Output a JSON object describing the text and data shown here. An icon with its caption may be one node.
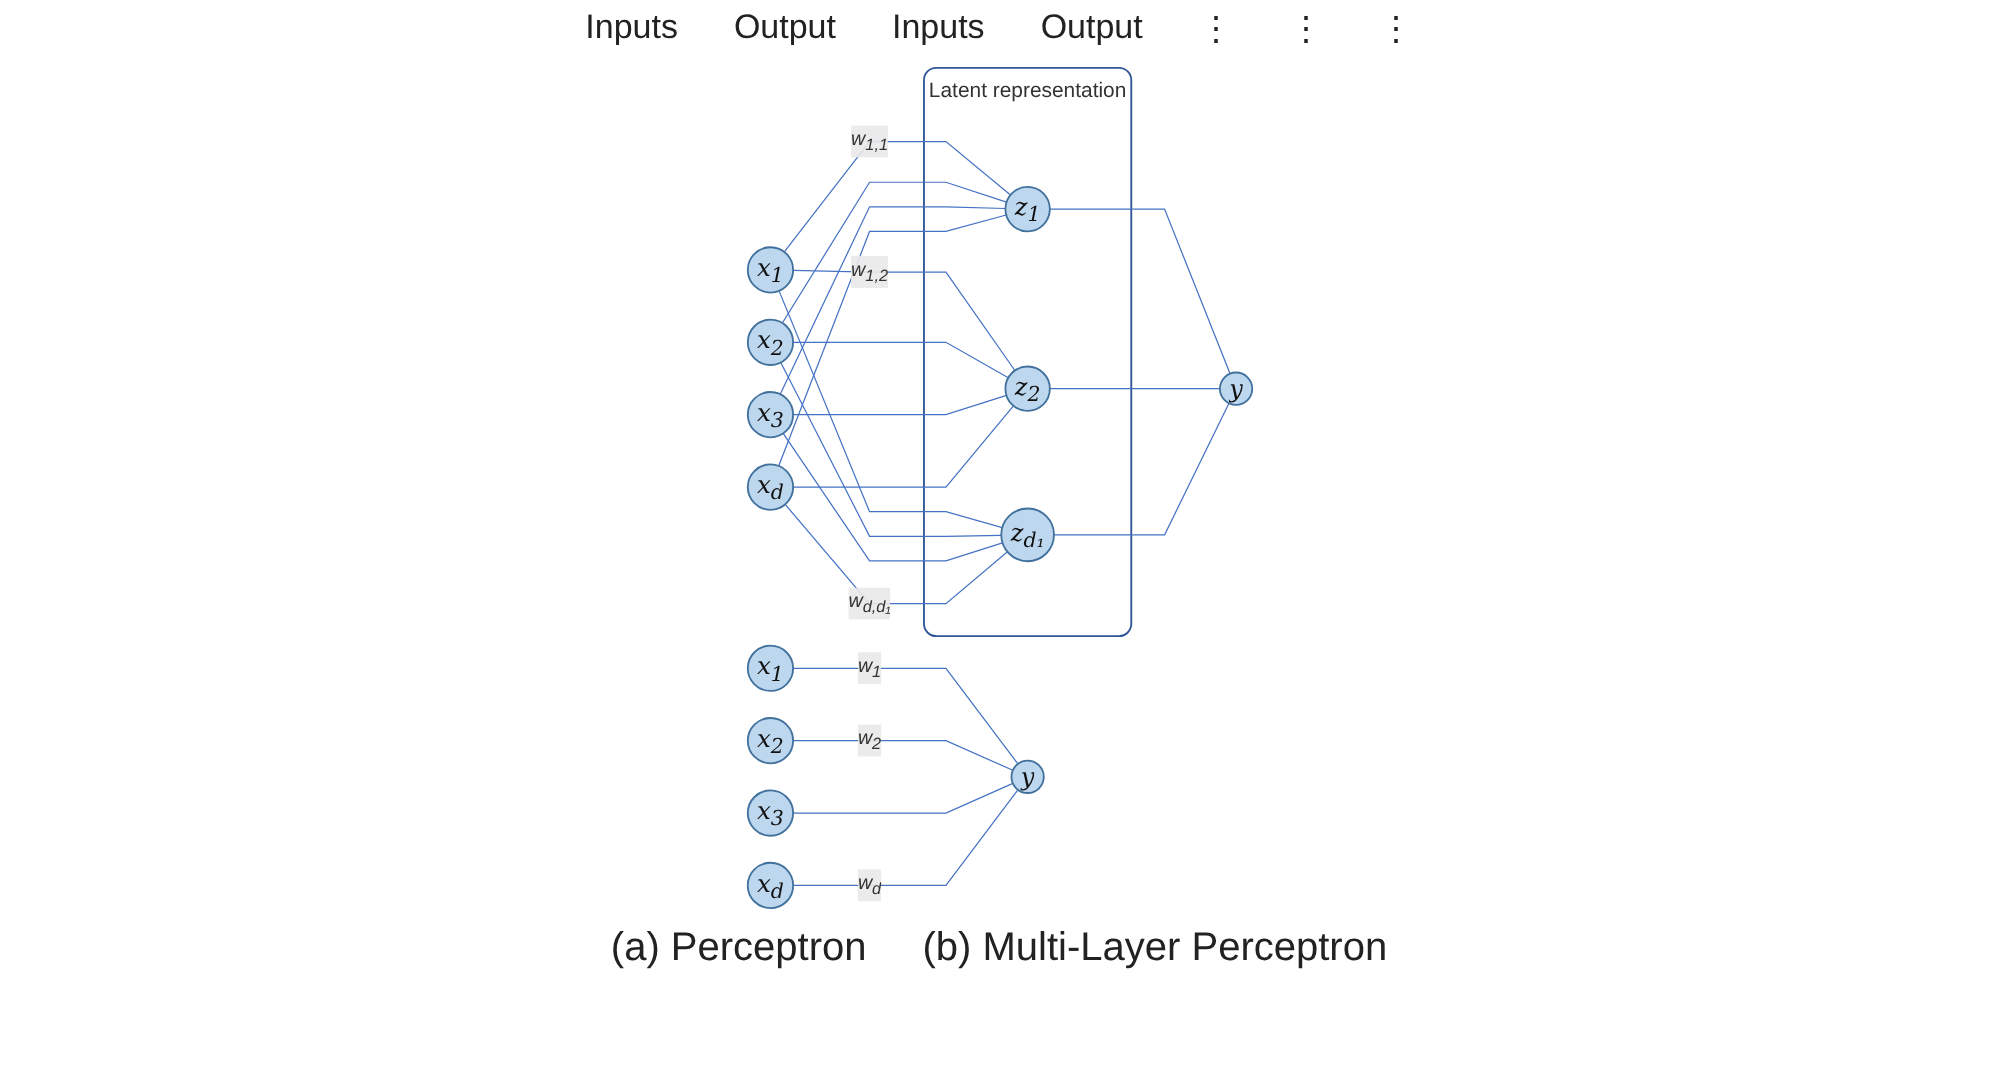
{
  "diagram": {
    "nodes": [
      {
        "text": [
          "x$_{1}$"
        ]
      },
      {
        "text": [
          "x$_{2}$"
        ]
      },
      {
        "text": [
          "x$_{3}$"
        ]
      },
      {
        "text": [
          "x$_{d}$"
        ]
      },
      {
        "text": [
          "y"
        ]
      },
      {
        "text": [
          "x$_{1}$"
        ]
      },
      {
        "text": [
          "x$_{2}$"
        ]
      },
      {
        "text": [
          "x$_{3}$"
        ]
      },
      {
        "text": [
          "x$_{d}$"
        ]
      },
      {
        "text": [
          "Latent representation"
        ]
      },
      {
        "text": [
          "z$_{1}$"
        ],
        "in": 9
      },
      {
        "text": [
          "z$_{2}$"
        ],
        "in": 9
      },
      {
        "text": [
          "z$_{d₁}$"
        ],
        "in": 9
      },
      {
        "text": [
          "y"
        ]
      }
    ],
    "edges": [
      {
        "from": 0,
        "to": 4,
        "arrow": "none",
        "label": "w$_{1}$"
      },
      {
        "from": 1,
        "to": 4,
        "arrow": "none",
        "label": "w$_{2}$"
      },
      {
        "from": 2,
        "to": 4,
        "arrow": "none"
      },
      {
        "from": 3,
        "to": 4,
        "arrow": "none",
        "label": "w$_{d}$"
      },
      {
        "from": 5,
        "to": 10,
        "arrow": "none",
        "label": "w$_{1,1}$"
      },
      {
        "from": 5,
        "to": 11,
        "arrow": "none",
        "label": "w$_{1,2}$"
      },
      {
        "from": 5,
        "to": 12,
        "arrow": "none"
      },
      {
        "from": 6,
        "to": 10,
        "arrow": "none"
      },
      {
        "from": 6,
        "to": 11,
        "arrow": "none"
      },
      {
        "from": 6,
        "to": 12,
        "arrow": "none"
      },
      {
        "from": 7,
        "to": 10,
        "arrow": "none"
      },
      {
        "from": 7,
        "to": 11,
        "arrow": "none"
      },
      {
        "from": 7,
        "to": 12,
        "arrow": "none"
      },
      {
        "from": 8,
        "to": 10,
        "arrow": "none"
      },
      {
        "from": 8,
        "to": 11,
        "arrow": "none"
      },
      {
        "from": 8,
        "to": 12,
        "arrow": "none",
        "label": "w$_{d,d₁}$"
      },
      {
        "from": 10,
        "to": 13,
        "arrow": "none"
      },
      {
        "from": 11,
        "to": 13,
        "arrow": "none"
      },
      {
        "from": 12,
        "to": 13,
        "arrow": "none"
      }
    ],
    "labels": [
      "Inputs",
      "Output",
      "Inputs",
      "Output",
      "⋮",
      "⋮",
      "⋮",
      "(a) Perceptron",
      "(b) Multi-Layer Perceptron"
    ]
  }
}
